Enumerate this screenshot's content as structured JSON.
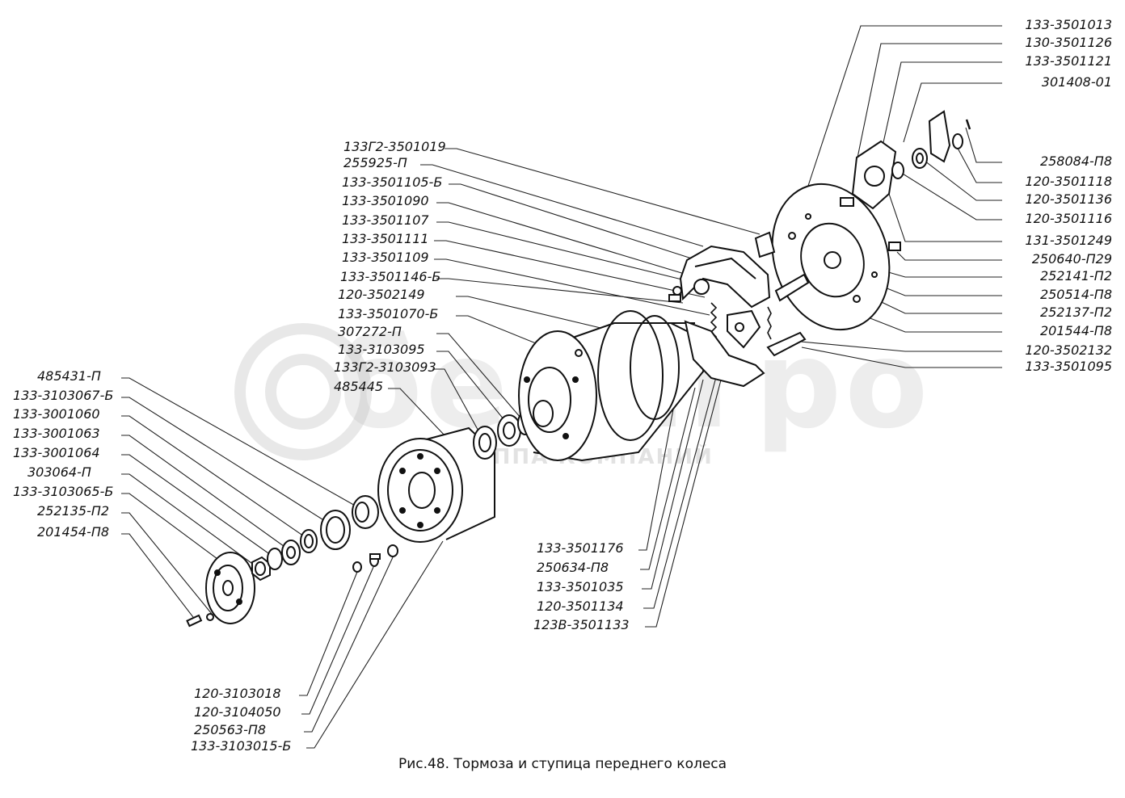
{
  "caption": "Рис.48. Тормоза и ступица переднего колеса",
  "watermark": {
    "word": "белагро",
    "subtitle": "ГРУППА КОМПАНИЙ"
  },
  "labels_right": [
    "133-3501013",
    "130-3501126",
    "133-3501121",
    "301408-01",
    "258084-П8",
    "120-3501118",
    "120-3501136",
    "120-3501116",
    "131-3501249",
    "250640-П29",
    "252141-П2",
    "250514-П8",
    "252137-П2",
    "201544-П8",
    "120-3502132",
    "133-3501095"
  ],
  "labels_upper_left": [
    "133Г2-3501019",
    "255925-П",
    "133-3501105-Б",
    "133-3501090",
    "133-3501107",
    "133-3501111",
    "133-3501109",
    "133-3501146-Б",
    "120-3502149",
    "133-3501070-Б",
    "307272-П",
    "133-3103095",
    "133Г2-3103093",
    "485445"
  ],
  "labels_left": [
    "485431-П",
    "133-3103067-Б",
    "133-3001060",
    "133-3001063",
    "133-3001064",
    "303064-П",
    "133-3103065-Б",
    "252135-П2",
    "201454-П8"
  ],
  "labels_center_bottom": [
    "133-3501176",
    "250634-П8",
    "133-3501035",
    "120-3501134",
    "123В-3501133"
  ],
  "labels_bottom": [
    "120-3103018",
    "120-3104050",
    "250563-П8",
    "133-3103015-Б"
  ]
}
